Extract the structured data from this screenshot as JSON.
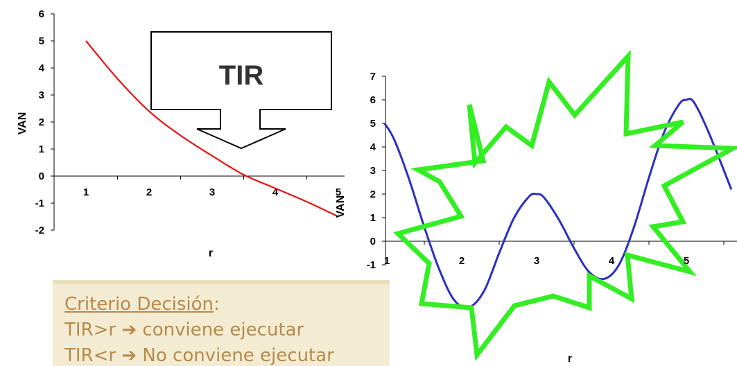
{
  "chart_data": [
    {
      "type": "line",
      "xlabel": "r",
      "ylabel": "VAN",
      "x_ticks": [
        "1",
        "2",
        "3",
        "4",
        "5"
      ],
      "y_ticks": [
        "6",
        "5",
        "4",
        "3",
        "2",
        "1",
        "0",
        "-1",
        "-2"
      ],
      "ylim": [
        -2,
        6
      ],
      "x": [
        1,
        1.5,
        2,
        2.5,
        3,
        3.5,
        4,
        4.5,
        5
      ],
      "series": [
        {
          "values": [
            5,
            3.6,
            2.4,
            1.5,
            0.75,
            0.05,
            -0.45,
            -0.95,
            -1.5
          ],
          "color": "#e8110f"
        }
      ],
      "annotation": "TIR"
    },
    {
      "type": "line",
      "xlabel": "r",
      "ylabel": "VAN",
      "x_ticks": [
        "1",
        "2",
        "3",
        "4",
        "5"
      ],
      "y_ticks": [
        "7",
        "6",
        "5",
        "4",
        "3",
        "2",
        "1",
        "0",
        "-1"
      ],
      "ylim": [
        -1,
        7
      ],
      "x": [
        0.97,
        1.1,
        1.3,
        1.5,
        1.7,
        1.9,
        2.1,
        2.3,
        2.5,
        2.7,
        2.9,
        3.0,
        3.1,
        3.3,
        3.5,
        3.7,
        3.9,
        4.1,
        4.3,
        4.5,
        4.7,
        4.9,
        5.0,
        5.1,
        5.3,
        5.6
      ],
      "series": [
        {
          "values": [
            5.0,
            4.3,
            2.6,
            0.6,
            -1.2,
            -2.5,
            -2.8,
            -2.1,
            -0.5,
            1.0,
            1.9,
            2.0,
            1.85,
            0.9,
            -0.3,
            -1.3,
            -1.6,
            -1.0,
            0.6,
            2.7,
            4.6,
            5.8,
            6.0,
            5.9,
            4.6,
            2.2
          ],
          "color": "#2b2fd6"
        }
      ]
    }
  ],
  "criteria": {
    "title": "Criterio Decisión",
    "title_suffix": ":",
    "line1": "TIR>r ➔ conviene ejecutar",
    "line2": "TIR<r ➔ No conviene ejecutar"
  },
  "colors": {
    "left_curve": "#e8110f",
    "right_curve": "#2b2fd6",
    "starburst": "#33ee22",
    "note_bg": "#f3ecd3",
    "note_text": "#b8894a"
  }
}
